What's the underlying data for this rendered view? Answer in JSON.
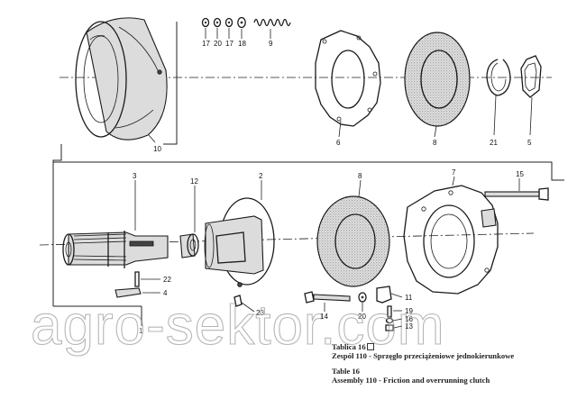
{
  "callouts": {
    "c10": "10",
    "c17a": "17",
    "c20a": "20",
    "c17b": "17",
    "c18": "18",
    "c9": "9",
    "c6": "6",
    "c8a": "8",
    "c21": "21",
    "c5": "5",
    "c3": "3",
    "c12": "12",
    "c2": "2",
    "c8b": "8",
    "c7": "7",
    "c15": "15",
    "c22": "22",
    "c4": "4",
    "c23": "23",
    "c1": "1",
    "c14": "14",
    "c20b": "20",
    "c11": "11",
    "c19": "19",
    "c16": "16",
    "c13": "13"
  },
  "caption": {
    "pl_table": "Tablica 16",
    "pl_assembly": "Zespół 110 - Sprzęgło przeciążeniowe jednokierunkowe",
    "en_table": "Table 16",
    "en_assembly": "Assembly 110 - Friction and overrunning clutch"
  },
  "watermark": "agro-sektor.com"
}
